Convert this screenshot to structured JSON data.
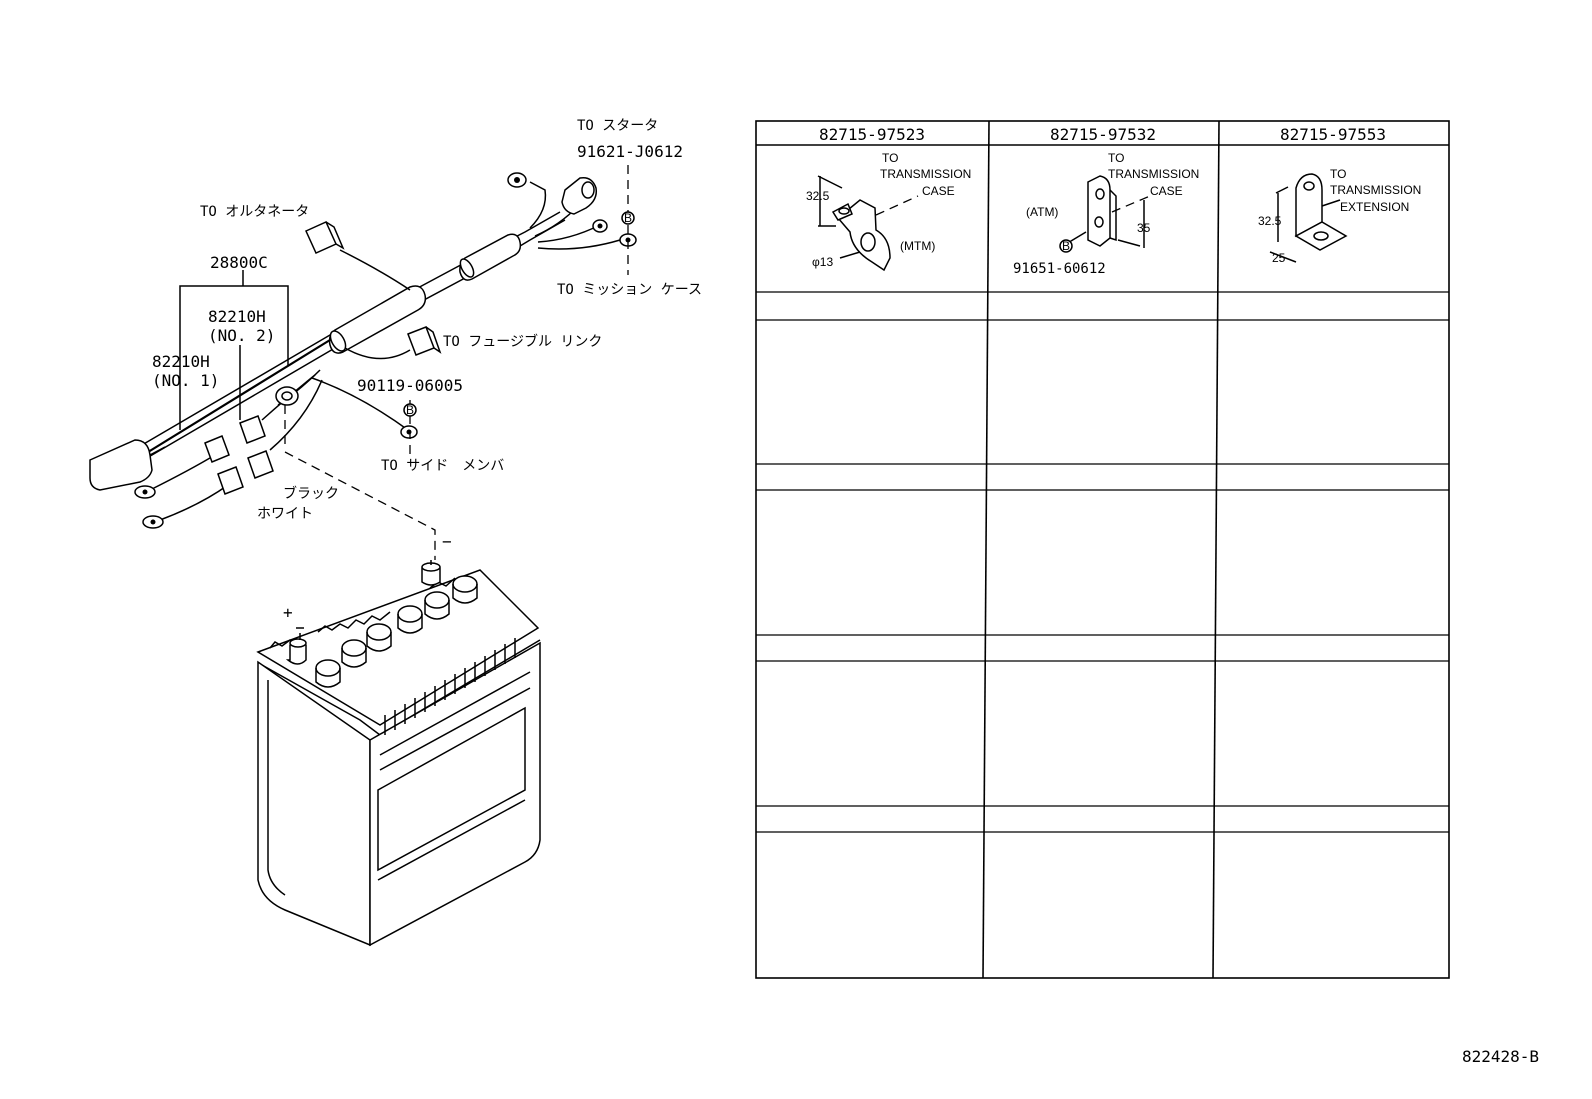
{
  "labels": {
    "to_starter": "TO スタータ",
    "bolt_starter": "91621-J0612",
    "to_alternator": "TO オルタネータ",
    "to_mission_case": "TO ミッション ケース",
    "harness": "28800C",
    "cable_no2_part": "82210H",
    "cable_no2_num": "(NO. 2)",
    "cable_no1_part": "82210H",
    "cable_no1_num": "(NO. 1)",
    "to_fusible_link": "TO フュージブル リンク",
    "bolt_side": "90119-06005",
    "to_side_member": "TO サイド　メンバ",
    "black": "ブラック",
    "white": "ホワイト",
    "minus": "−",
    "plus": "+",
    "bolt_symbol": "B",
    "drawing_number": "822428-B"
  },
  "table": {
    "headers": [
      "82715-97523",
      "82715-97532",
      "82715-97553"
    ],
    "cell1": {
      "to": "TO",
      "transmission": "TRANSMISSION",
      "case": "CASE",
      "dim_height": "32.5",
      "dim_hole": "φ13",
      "mtm": "(MTM)"
    },
    "cell2": {
      "to": "TO",
      "transmission": "TRANSMISSION",
      "case": "CASE",
      "atm": "(ATM)",
      "dim_height": "35",
      "bolt": "91651-60612",
      "bolt_symbol": "B"
    },
    "cell3": {
      "to": "TO",
      "transmission": "TRANSMISSION",
      "extension": "EXTENSION",
      "dim_height": "32.5",
      "dim_width": "25"
    }
  }
}
